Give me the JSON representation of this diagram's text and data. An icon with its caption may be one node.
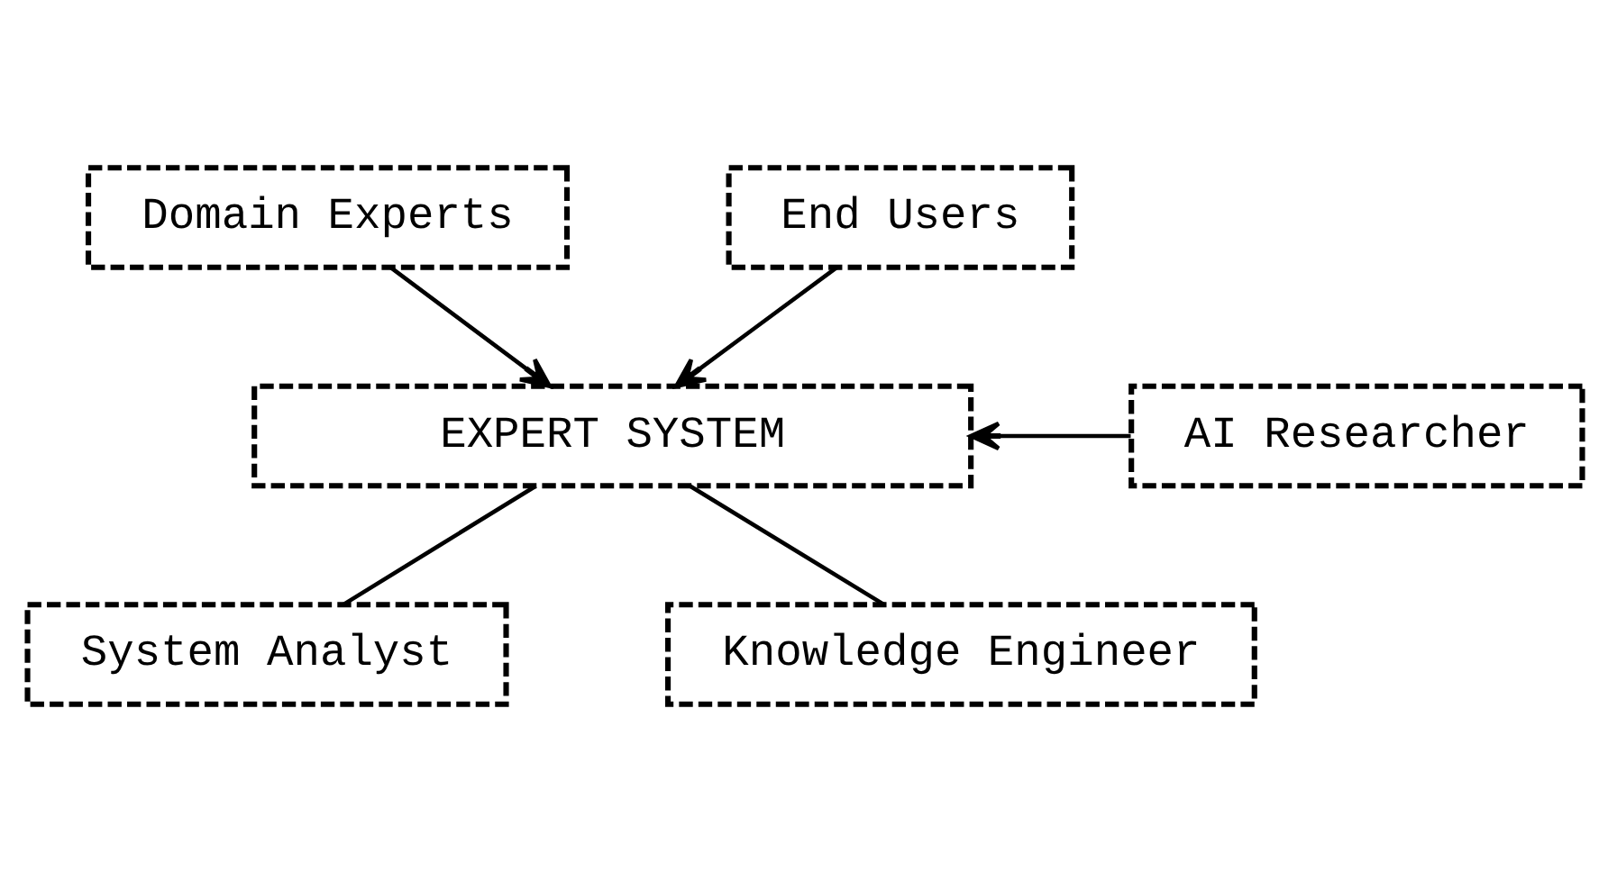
{
  "diagram": {
    "nodes": [
      {
        "text": [
          "Domain Experts"
        ]
      },
      {
        "text": [
          "End Users"
        ]
      },
      {
        "text": [
          "EXPERT SYSTEM"
        ]
      },
      {
        "text": [
          "AI Researcher"
        ]
      },
      {
        "text": [
          "System Analyst"
        ]
      },
      {
        "text": [
          "Knowledge Engineer"
        ]
      }
    ],
    "edges": [
      {
        "from": 0,
        "to": 2,
        "arrow": "to"
      },
      {
        "from": 1,
        "to": 2,
        "arrow": "to"
      },
      {
        "from": 3,
        "to": 2,
        "arrow": "to"
      },
      {
        "from": 2,
        "to": 4,
        "arrow": "none"
      },
      {
        "from": 2,
        "to": 5,
        "arrow": "none"
      }
    ]
  }
}
